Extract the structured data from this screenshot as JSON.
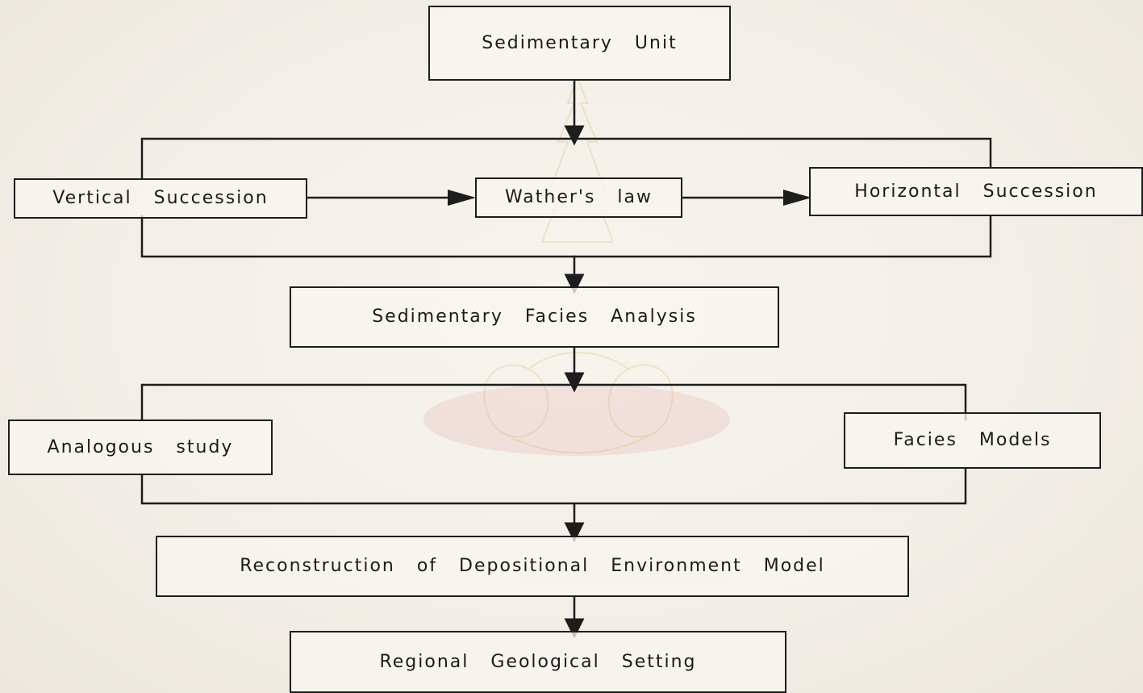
{
  "diagram": {
    "nodes": {
      "sedimentary_unit": "Sedimentary Unit",
      "vertical_succession": "Vertical Succession",
      "wathers_law": "Wather's law",
      "horizontal_succession": "Horizontal Succession",
      "facies_analysis": "Sedimentary Facies Analysis",
      "analogous_study": "Analogous study",
      "facies_models": "Facies Models",
      "reconstruction": "Reconstruction of Depositional Environment Model",
      "regional_setting": "Regional Geological Setting"
    }
  },
  "colors": {
    "ink": "#1d1d1d",
    "paper": "#f4f1ea",
    "watermark": "#e9a6ab",
    "watermark_gold": "#e7d48c"
  }
}
